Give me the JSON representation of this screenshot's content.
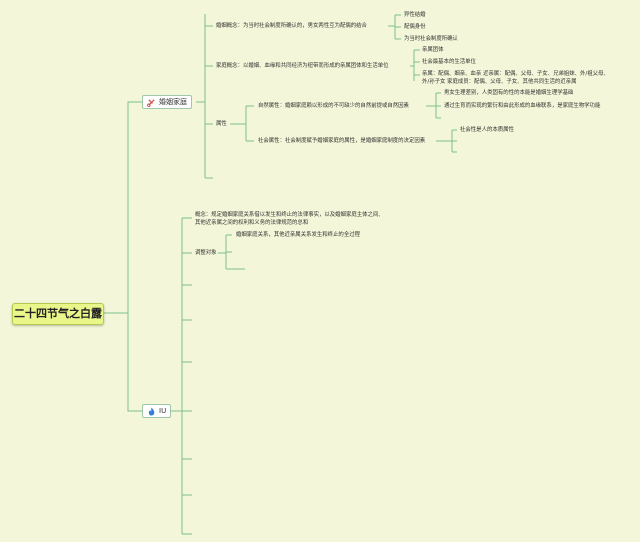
{
  "root": "二十四节气之白露",
  "branch1": {
    "label": "婚姻家庭",
    "icon": "scissors-icon",
    "marriage": {
      "text": "婚姻概念：为当时社会制度所确认的，男女两性互为配偶的结合",
      "items": [
        "异性结婚",
        "配偶身份",
        "为当时社会制度所确认"
      ]
    },
    "family": {
      "text": "家庭概念：以婚姻、血缘和共同经济为纽带而形成的亲属团体和生活单位",
      "items": [
        "亲属团体",
        "社会最基本的生活单位"
      ],
      "relatives_line1": "亲属：配偶、姻亲、血亲 近亲属：配偶、父母、子女、兄弟姐妹、外/祖父母、",
      "relatives_line2": "外/孙子女 家庭成员：配偶、父母、子女、其他共同生活的近亲属"
    },
    "attributes": {
      "label": "属性",
      "natural": {
        "text": "自然属性：婚姻家庭赖以形成的不可缺少的自然前提或自然因素",
        "items": [
          "男女生理差别，人类固有的性的本能是婚姻生理学基础",
          "通过生育而实现的繁衍和由此形成的血缘联系，是家庭生物学功能"
        ]
      },
      "social": {
        "text": "社会属性：社会制度赋予婚姻家庭的属性，是婚姻家庭制度的决定因素",
        "items": [
          "社会性是人的本质属性"
        ]
      }
    }
  },
  "branch2": {
    "label": "IU",
    "icon": "flame-icon",
    "concept_line1": "概念：规定婚姻家庭关系借以发生和终止的法律事实，以及婚姻家庭主体之间、",
    "concept_line2": "其他近亲属之间的权利和义务的法律规范的总和",
    "object": {
      "label": "调整对象",
      "items": [
        "婚姻家庭关系，其他近亲属关系发生和终止的全过程"
      ]
    }
  },
  "colors": {
    "background": "#f3f6d8",
    "link": "#7cc08f",
    "root_fill": "#e9f68a"
  }
}
